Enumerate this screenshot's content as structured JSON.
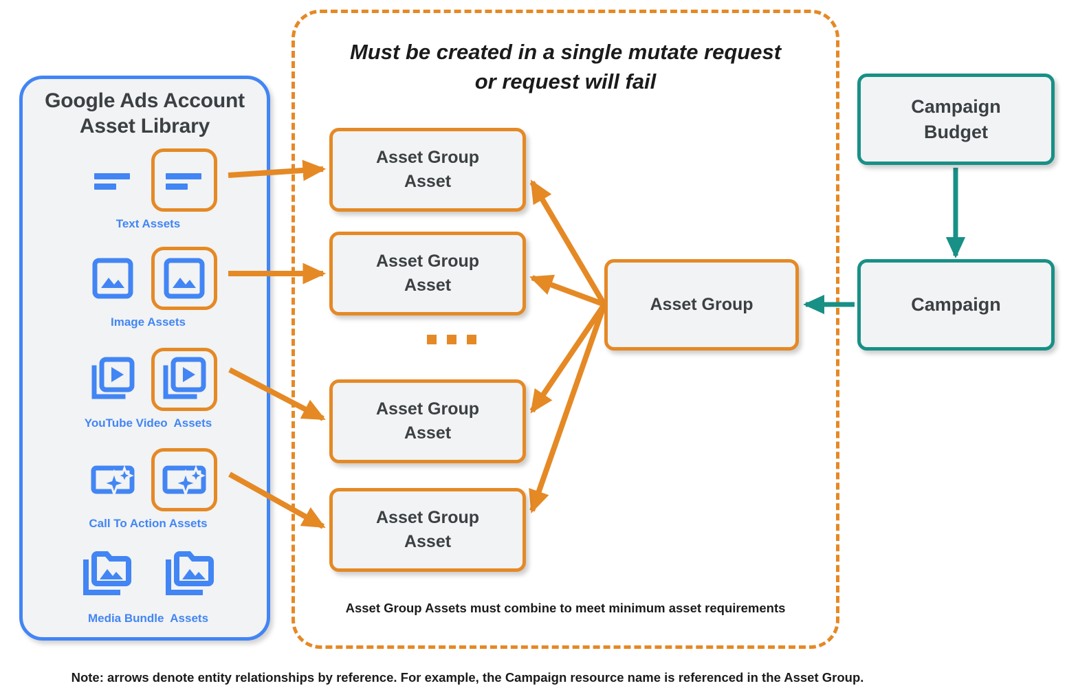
{
  "colors": {
    "blue": "#4285f4",
    "orange": "#e58925",
    "teal": "#189086",
    "node_fill": "#f1f3f4",
    "text_dark": "#3c4043",
    "canvas": "#ffffff"
  },
  "library": {
    "title_line1": "Google Ads Account",
    "title_line2": "Asset Library",
    "items": [
      {
        "label": "Text Assets",
        "icon": "text-asset-icon",
        "highlighted": true,
        "has_link": true
      },
      {
        "label": "Image Assets",
        "icon": "image-asset-icon",
        "highlighted": true,
        "has_link": true
      },
      {
        "label": "YouTube Video  Assets",
        "icon": "youtube-video-asset-icon",
        "highlighted": true,
        "has_link": true
      },
      {
        "label": "Call To Action Assets",
        "icon": "call-to-action-asset-icon",
        "highlighted": true,
        "has_link": true
      },
      {
        "label": "Media Bundle  Assets",
        "icon": "media-bundle-asset-icon",
        "highlighted": false,
        "has_link": false
      }
    ]
  },
  "mutate_region": {
    "title_line1": "Must be created in a single mutate request",
    "title_line2": "or request will fail",
    "footnote": "Asset Group Assets must combine to meet minimum asset requirements"
  },
  "nodes": {
    "asset_group_assets": [
      {
        "line1": "Asset Group",
        "line2": "Asset"
      },
      {
        "line1": "Asset Group",
        "line2": "Asset"
      },
      {
        "line1": "Asset Group",
        "line2": "Asset"
      },
      {
        "line1": "Asset Group",
        "line2": "Asset"
      }
    ],
    "ellipsis": "...",
    "asset_group": "Asset Group",
    "campaign_budget_line1": "Campaign",
    "campaign_budget_line2": "Budget",
    "campaign": "Campaign"
  },
  "footer": {
    "note": "Note: arrows denote entity relationships by reference. For example, the Campaign resource name is referenced in the Asset Group."
  }
}
